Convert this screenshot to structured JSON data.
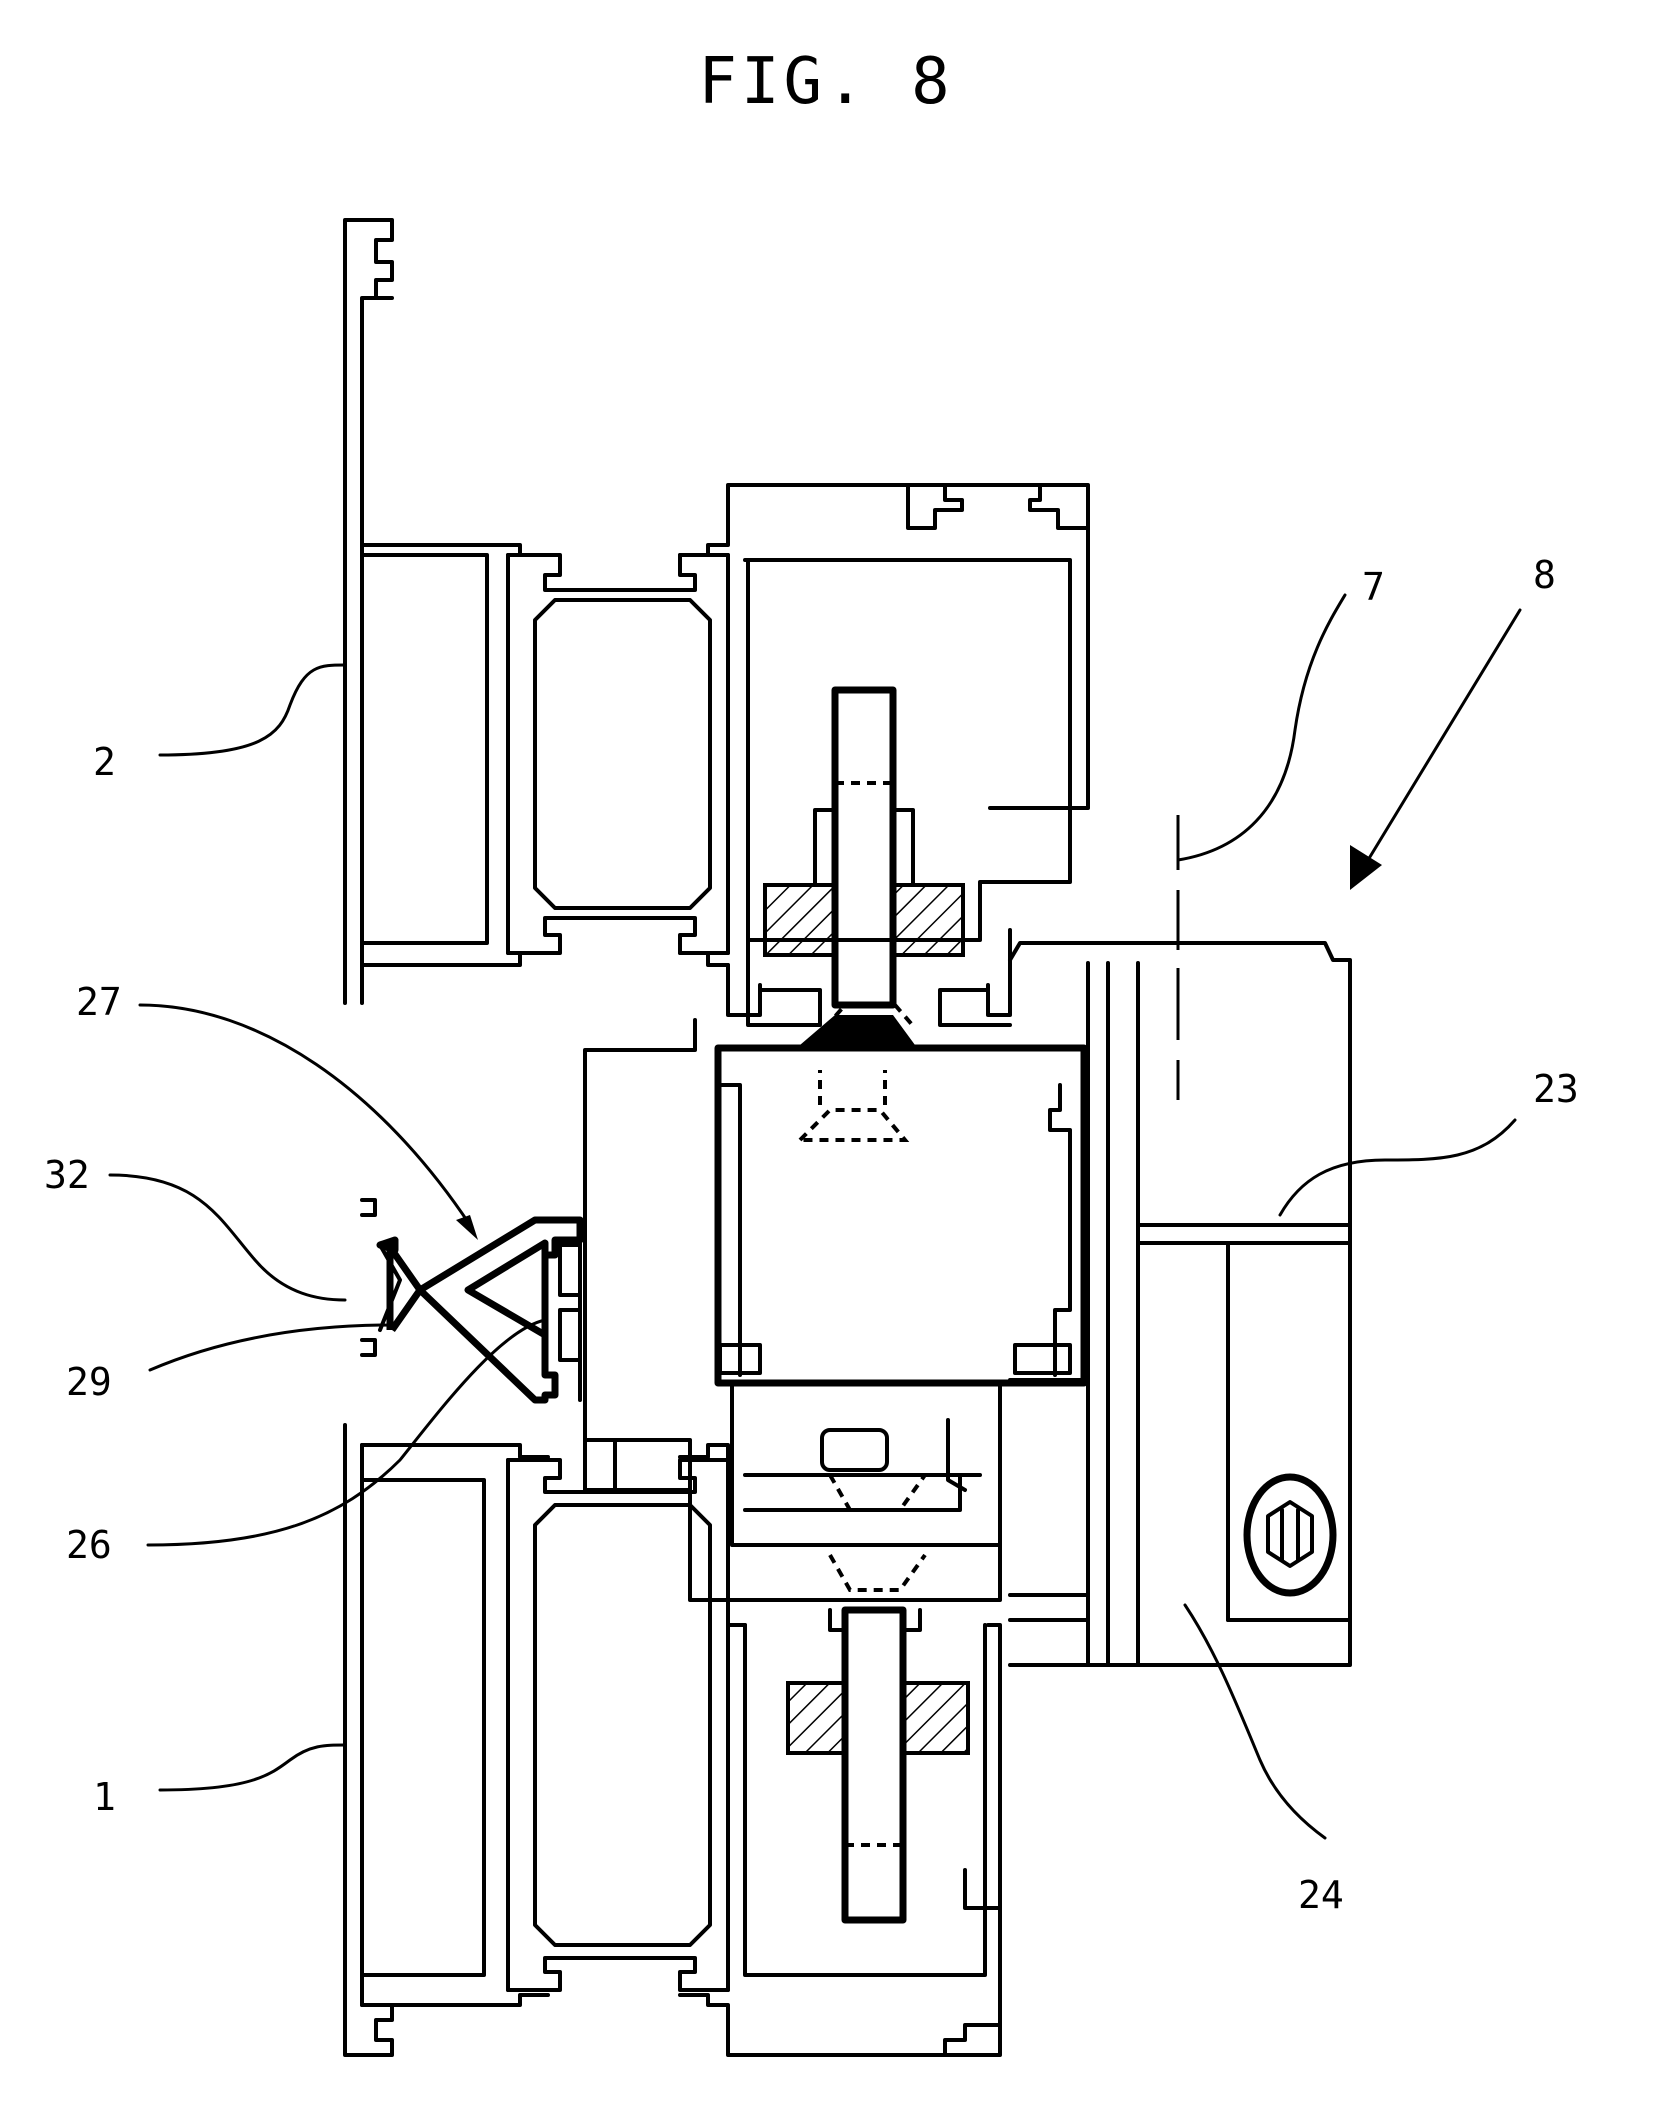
{
  "figure": {
    "title": "FIG. 8",
    "labels": {
      "l1": "1",
      "l2": "2",
      "l7": "7",
      "l8": "8",
      "l23": "23",
      "l24": "24",
      "l26": "26",
      "l27": "27",
      "l29": "29",
      "l32": "32"
    }
  }
}
